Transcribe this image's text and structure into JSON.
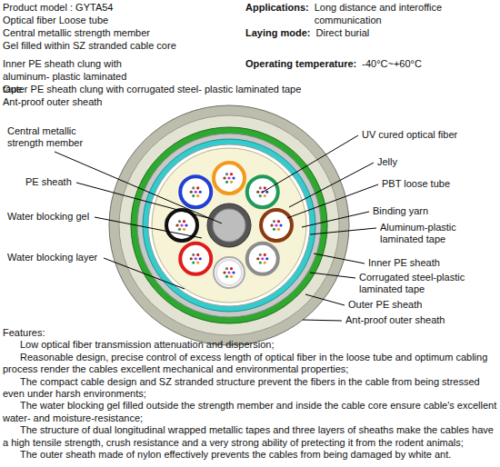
{
  "diagram": {
    "labels": [
      "Product model : GYTA54",
      "Optical fiber Loose tube",
      "Central metallic strength member",
      "Gel filled within SZ stranded cable core",
      "Inner PE sheath clung with aluminum- plastic laminated tape",
      "Outer PE sheath clung with corrugated steel- plastic laminated tape",
      "Ant-proof outer sheath",
      "Applications:",
      "Long distance and interoffice communication",
      "Laying mode:",
      "Direct burial",
      "Operating temperature:",
      "-40°C~+60°C",
      "Central metallic strength member",
      "PE sheath",
      "Water blocking gel",
      "Water blocking layer",
      "UV cured optical fiber",
      "Jelly",
      "PBT loose tube",
      "Binding yarn",
      "Aluminum-plastic laminated tape",
      "Inner PE sheath",
      "Corrugated steel-plastic laminated tape",
      "Outer PE sheath",
      "Ant-proof outer sheath",
      "Features:",
      "Low optical fiber transmission attenuation and dispersion;",
      "Reasonable design, precise control of excess length of optical fiber in the loose tube and optimum cabling process render the cables excellent mechanical and environmental properties;",
      "The compact cable design and SZ stranded structure prevent the fibers in the cable from being stressed even under harsh environments;",
      "The water blocking gel filled outside the strength member and inside the cable core ensure cable's excellent water- and moisture-resistance;",
      "The structure of dual longitudinal wrapped metallic tapes and three layers of sheaths make the cables have a high tensile strength, crush resistance and a very strong ability of pretecting it from the rodent animals;",
      "The outer sheath made of nylon effectively prevents the cables from being damaged by white ant."
    ]
  }
}
